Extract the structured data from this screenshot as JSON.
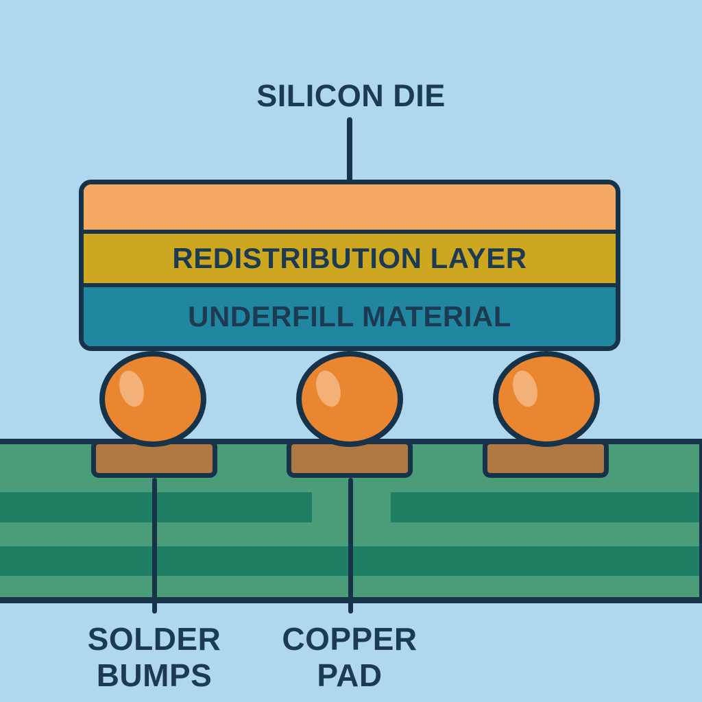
{
  "title": "SILICON DIE",
  "die_stack": {
    "redistribution_layer_label": "REDISTRIBUTION LAYER",
    "underfill_material_label": "UNDERFILL MATERIAL"
  },
  "callouts": {
    "solder_bumps": {
      "line1": "SOLDER",
      "line2": "BUMPS"
    },
    "copper_pad": {
      "line1": "COPPER",
      "line2": "PAD"
    }
  },
  "colors": {
    "background": "#AFD8EE",
    "outline_navy": "#16334A",
    "text_navy": "#1C3A52",
    "die_top": "#F5A963",
    "redistribution_layer": "#CDA71F",
    "underfill_material": "#2187A0",
    "solder_bump": "#E9862F",
    "solder_bump_highlight": "#F4B177",
    "copper_pad": "#B07943",
    "pcb_base": "#4B9C78",
    "pcb_trace": "#1E7F64"
  }
}
